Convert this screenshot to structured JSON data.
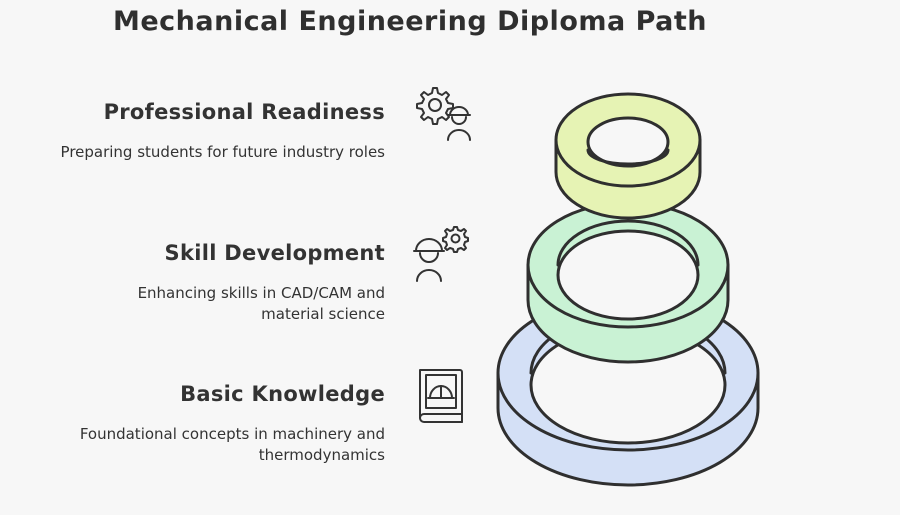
{
  "title": "Mechanical Engineering Diploma Path",
  "levels": [
    {
      "heading": "Professional Readiness",
      "description": "Preparing students for future industry roles",
      "icon": "gear-worker-icon",
      "color": "#e6f3b4"
    },
    {
      "heading": "Skill Development",
      "description": "Enhancing skills in CAD/CAM and material science",
      "icon": "worker-gear-icon",
      "color": "#c9f2d4"
    },
    {
      "heading": "Basic Knowledge",
      "description": "Foundational concepts in machinery and thermodynamics",
      "icon": "book-helmet-icon",
      "color": "#d4e0f6"
    }
  ]
}
